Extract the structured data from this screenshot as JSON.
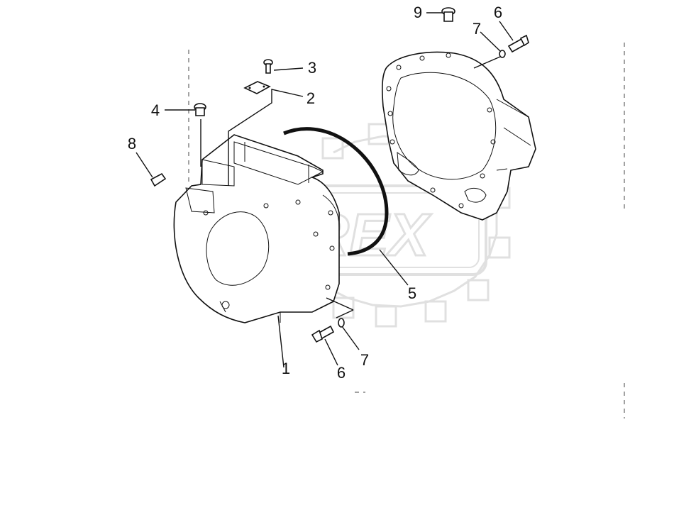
{
  "diagram": {
    "watermark": {
      "text": "OREX",
      "color": "#c8c8c8"
    },
    "callouts": [
      {
        "id": "callout-1",
        "label": "1"
      },
      {
        "id": "callout-2",
        "label": "2"
      },
      {
        "id": "callout-3",
        "label": "3"
      },
      {
        "id": "callout-4",
        "label": "4"
      },
      {
        "id": "callout-5",
        "label": "5"
      },
      {
        "id": "callout-6-lower",
        "label": "6"
      },
      {
        "id": "callout-6-upper",
        "label": "6"
      },
      {
        "id": "callout-7-lower",
        "label": "7"
      },
      {
        "id": "callout-7-upper",
        "label": "7"
      },
      {
        "id": "callout-8",
        "label": "8"
      },
      {
        "id": "callout-9",
        "label": "9"
      }
    ],
    "line_color": "#111111",
    "background": "#ffffff"
  }
}
